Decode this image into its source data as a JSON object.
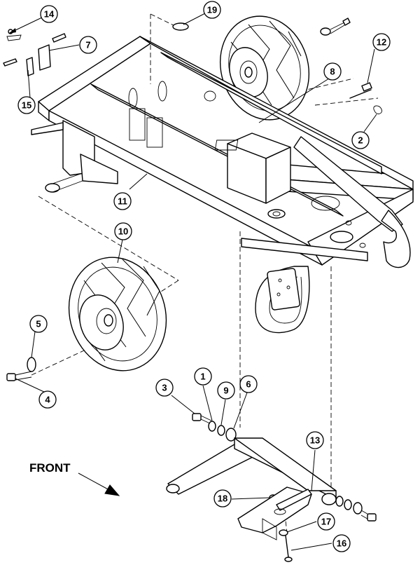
{
  "front_label": "FRONT",
  "callouts": [
    {
      "id": "14",
      "label": "14"
    },
    {
      "id": "19",
      "label": "19"
    },
    {
      "id": "7",
      "label": "7"
    },
    {
      "id": "12",
      "label": "12"
    },
    {
      "id": "15",
      "label": "15"
    },
    {
      "id": "8",
      "label": "8"
    },
    {
      "id": "2",
      "label": "2"
    },
    {
      "id": "11",
      "label": "11"
    },
    {
      "id": "10",
      "label": "10"
    },
    {
      "id": "5",
      "label": "5"
    },
    {
      "id": "4",
      "label": "4"
    },
    {
      "id": "1",
      "label": "1"
    },
    {
      "id": "3",
      "label": "3"
    },
    {
      "id": "9",
      "label": "9"
    },
    {
      "id": "6",
      "label": "6"
    },
    {
      "id": "13",
      "label": "13"
    },
    {
      "id": "18",
      "label": "18"
    },
    {
      "id": "17",
      "label": "17"
    },
    {
      "id": "16",
      "label": "16"
    }
  ]
}
